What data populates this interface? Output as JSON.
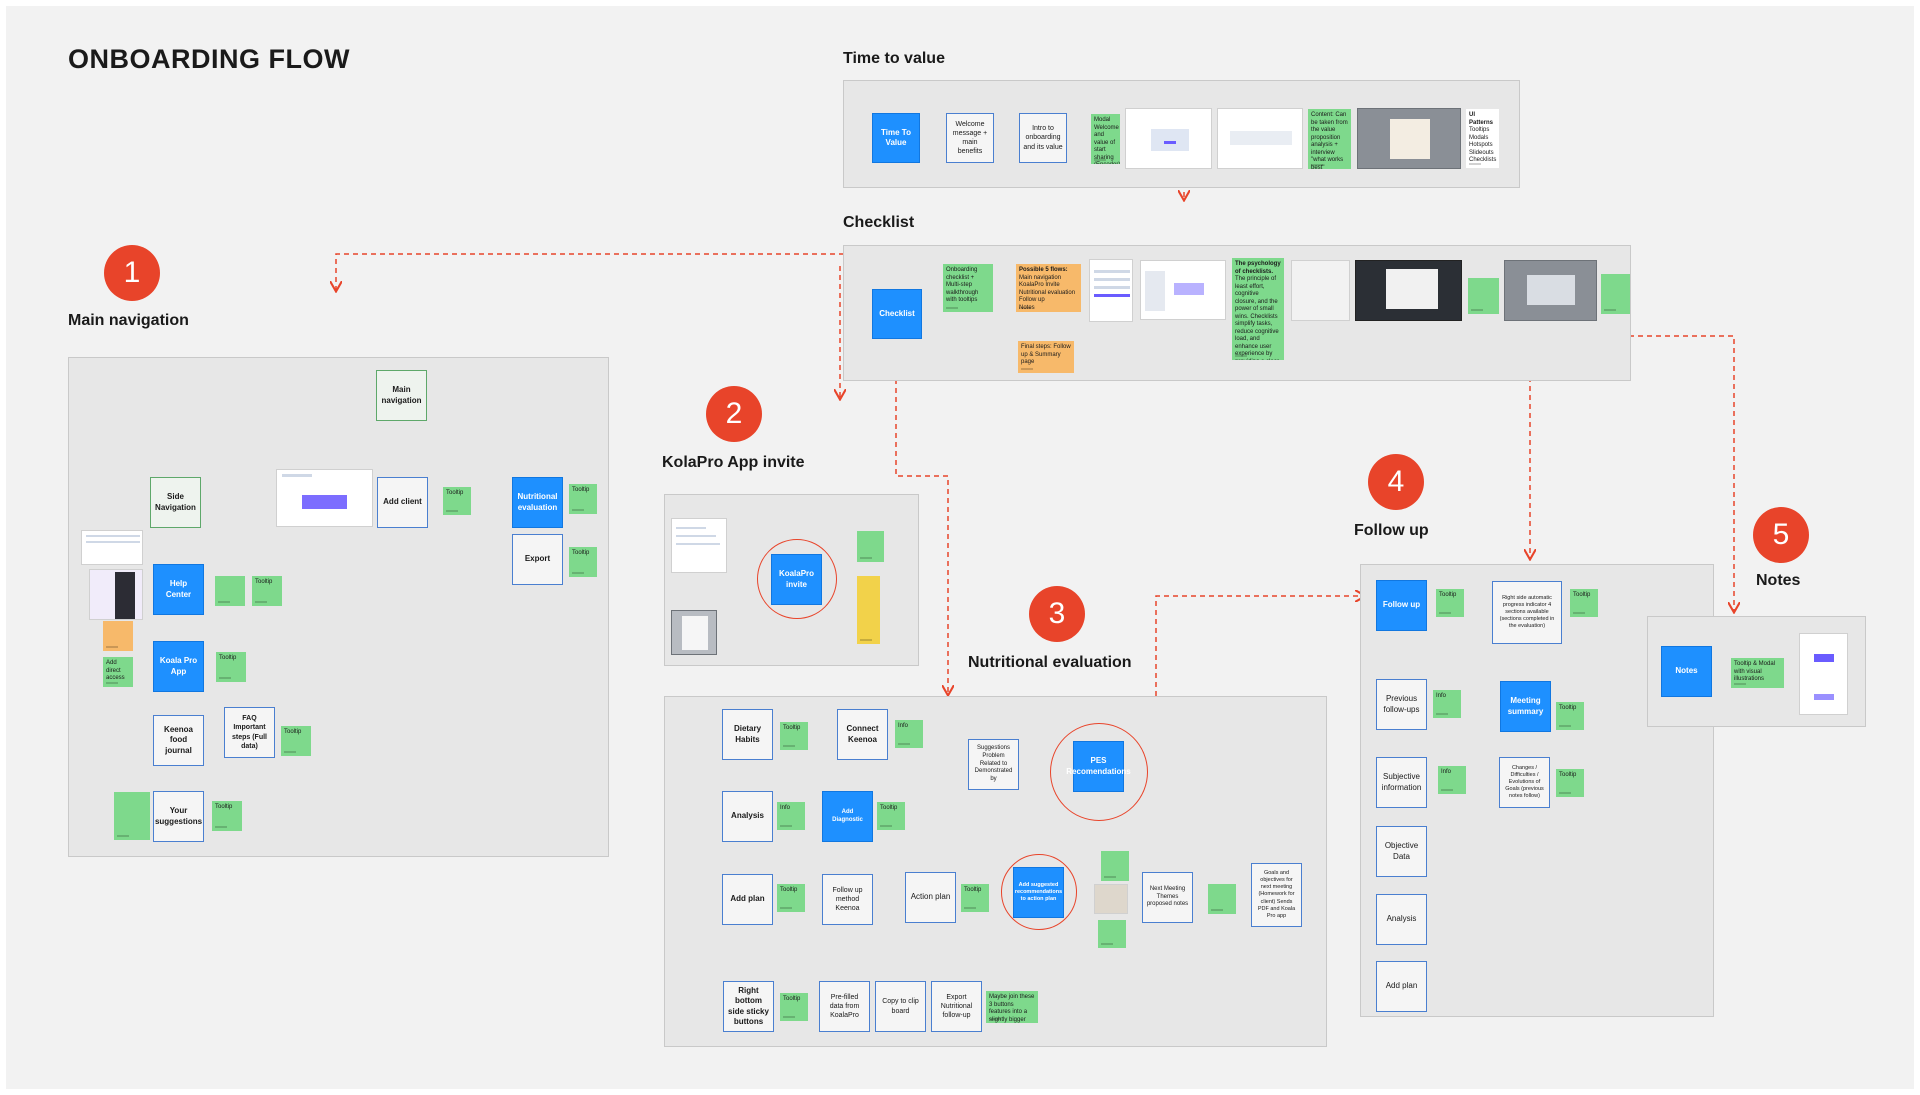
{
  "page_title": "ONBOARDING FLOW",
  "sections": {
    "time_to_value": {
      "title": "Time to value"
    },
    "checklist": {
      "title": "Checklist"
    },
    "main_navigation": {
      "number": "1",
      "title": "Main navigation"
    },
    "kolapro_invite": {
      "number": "2",
      "title": "KolaPro App invite"
    },
    "nutritional_evaluation": {
      "number": "3",
      "title": "Nutritional evaluation"
    },
    "follow_up": {
      "number": "4",
      "title": "Follow up"
    },
    "notes": {
      "number": "5",
      "title": "Notes"
    }
  },
  "ttv": {
    "time_to_value": "Time To Value",
    "welcome": "Welcome message + main benefits",
    "intro": "Intro to onboarding and its value",
    "note_modal": "Modal Welcome and value of start sharing (Encoder)",
    "note_content": "Content: Can be taken from the value proposition analysis + interview \"what works best\"",
    "side_heading": "UI Patterns",
    "side_items": [
      "Tooltips",
      "Modals",
      "Hotspots",
      "Slideouts",
      "Checklists"
    ]
  },
  "checklist": {
    "checklist": "Checklist",
    "note_onboarding": "Onboarding checklist + Multi-step walkthrough with tooltips",
    "note_possible_title": "Possible 5 flows:",
    "note_possible_items": [
      "Main navigation",
      "KoalaPro Invite",
      "Nutritional evaluation",
      "Follow up",
      "Notes"
    ],
    "note_final": "Final steps: Follow up & Summary page",
    "note_psychology_title": "The psychology of checklists.",
    "note_psychology_body": "The principle of least effort, cognitive closure, and the power of small wins. Checklists simplify tasks, reduce cognitive load, and enhance user experience by providing a clear, step-by-step guide."
  },
  "main_nav": {
    "main_navigation": "Main navigation",
    "side_navigation": "Side Navigation",
    "add_client": "Add client",
    "nutritional_evaluation": "Nutritional evaluation",
    "export": "Export",
    "help_center": "Help Center",
    "koala_pro_app": "Koala Pro App",
    "keenoa_food_journal": "Keenoa food journal",
    "faq": "FAQ Important steps (Full data)",
    "your_suggestions": "Your suggestions",
    "tooltip": "Tooltip",
    "add_direct_access": "Add direct access"
  },
  "kolapro": {
    "invite": "KoalaPro invite"
  },
  "nutri": {
    "dietary_habits": "Dietary Habits",
    "connect_keenoa": "Connect Keenoa",
    "suggestions": "Suggestions Problem Related to Demonstrated by",
    "pes": "PES Recomendations",
    "analysis": "Analysis",
    "add_diagnostic": "Add Diagnostic",
    "add_plan": "Add plan",
    "follow_up_method": "Follow up method Keenoa",
    "action_plan": "Action plan",
    "add_suggested": "Add suggested recommendations to action plan",
    "next_meeting": "Next Meeting Themes proposed notes",
    "goals": "Goals and objectives for next meeting (Homework for client) Sends PDF and Koala Pro app",
    "right_bottom": "Right bottom side sticky buttons",
    "prefilled": "Pre-filled data from KoalaPro",
    "copy": "Copy to clip board",
    "export": "Export Nutritional follow-up",
    "note_maybe": "Maybe join these 3 buttons features into a slightly bigger tooltip",
    "tooltip": "Tooltip",
    "info": "Info"
  },
  "followup": {
    "follow_up": "Follow up",
    "right_side": "Right side automatic progress indicator 4 sections available (sections completed in the evaluation)",
    "previous": "Previous follow-ups",
    "meeting_summary": "Meeting summary",
    "subjective": "Subjective information",
    "changes": "Changes / Difficulties / Evolutions of Goals (previous notes follow)",
    "objective": "Objective Data",
    "analysis": "Analysis",
    "add_plan": "Add plan",
    "tooltip": "Tooltip",
    "info": "Info"
  },
  "notes": {
    "notes": "Notes",
    "note_tooltip": "Tooltip & Modal with visual illustrations"
  },
  "colors": {
    "accent_red": "#e8442a",
    "primary_blue": "#1e90ff",
    "sticky_green": "#7ed98c",
    "sticky_orange": "#f7b96a",
    "sticky_yellow": "#f2d24a"
  }
}
